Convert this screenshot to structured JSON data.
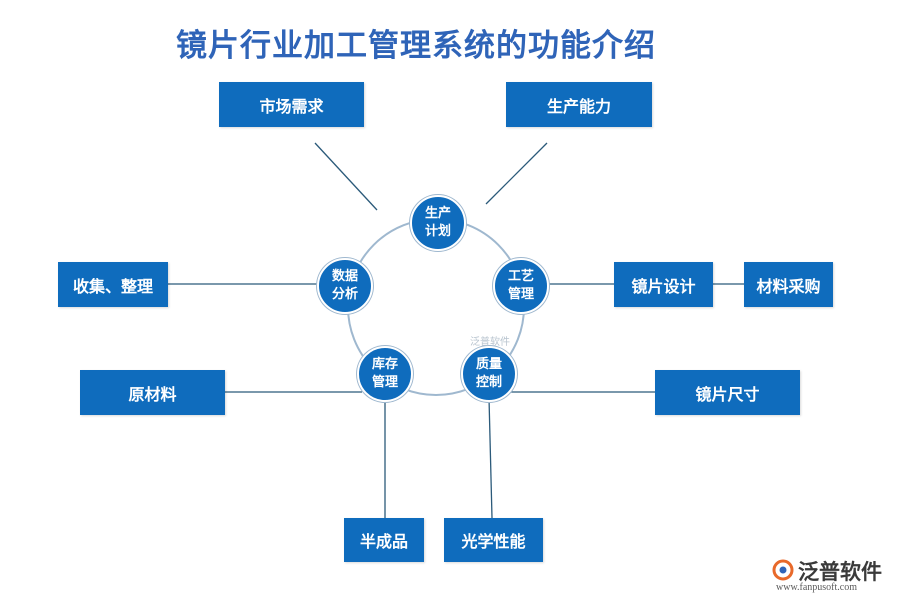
{
  "title": "镜片行业加工管理系统的功能介绍",
  "center_nodes": {
    "plan": [
      "生产",
      "计划"
    ],
    "process": [
      "工艺",
      "管理"
    ],
    "quality": [
      "质量",
      "控制"
    ],
    "inventory": [
      "库存",
      "管理"
    ],
    "analysis": [
      "数据",
      "分析"
    ]
  },
  "boxes": {
    "market_demand": "市场需求",
    "capacity": "生产能力",
    "collect_organize": "收集、整理",
    "lens_design": "镜片设计",
    "material_purchase": "材料采购",
    "raw_material": "原材料",
    "lens_size": "镜片尺寸",
    "semi_finished": "半成品",
    "optical_performance": "光学性能"
  },
  "watermark": "泛普软件",
  "logo": {
    "name": "泛普软件",
    "url": "www.fanpusoft.com",
    "accent": "#e8692a"
  },
  "colors": {
    "title": "#2f64b8",
    "box": "#0f6cbd",
    "connector": "#2b5a7a",
    "ring": "#9fb8cf"
  }
}
